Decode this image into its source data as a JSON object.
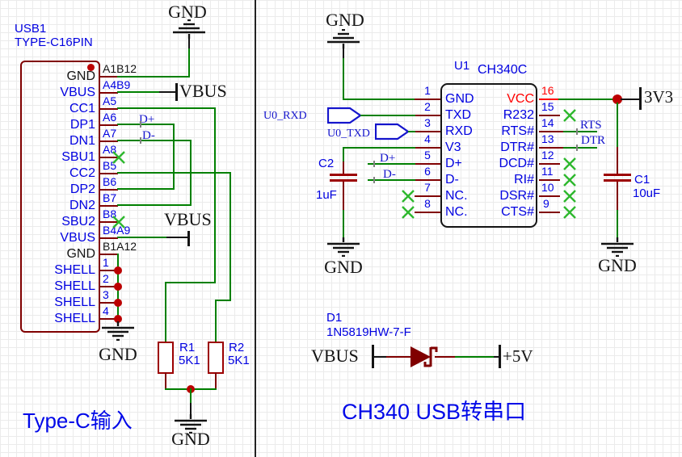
{
  "captions": {
    "left": "Type-C输入",
    "right": "CH340 USB转串口"
  },
  "power": {
    "gnd": "GND",
    "vbus": "VBUS",
    "v3v3": "3V3",
    "v5": "+5V"
  },
  "nets": {
    "dp": "D+",
    "dn": "D-",
    "rts": "RTS",
    "dtr": "DTR",
    "u0_rxd": "U0_RXD",
    "u0_txd": "U0_TXD"
  },
  "usb1": {
    "ref": "USB1",
    "part": "TYPE-C16PIN",
    "pins": [
      {
        "num": "A1B12",
        "name": "GND"
      },
      {
        "num": "A4B9",
        "name": "VBUS"
      },
      {
        "num": "A5",
        "name": "CC1"
      },
      {
        "num": "A6",
        "name": "DP1"
      },
      {
        "num": "A7",
        "name": "DN1"
      },
      {
        "num": "A8",
        "name": "SBU1"
      },
      {
        "num": "B5",
        "name": "CC2"
      },
      {
        "num": "B6",
        "name": "DP2"
      },
      {
        "num": "B7",
        "name": "DN2"
      },
      {
        "num": "B8",
        "name": "SBU2"
      },
      {
        "num": "B4A9",
        "name": "VBUS"
      },
      {
        "num": "B1A12",
        "name": "GND"
      },
      {
        "num": "1",
        "name": "SHELL"
      },
      {
        "num": "2",
        "name": "SHELL"
      },
      {
        "num": "3",
        "name": "SHELL"
      },
      {
        "num": "4",
        "name": "SHELL"
      }
    ]
  },
  "u1": {
    "ref": "U1",
    "part": "CH340C",
    "left_pins": [
      {
        "num": "1",
        "name": "GND"
      },
      {
        "num": "2",
        "name": "TXD"
      },
      {
        "num": "3",
        "name": "RXD"
      },
      {
        "num": "4",
        "name": "V3"
      },
      {
        "num": "5",
        "name": "D+"
      },
      {
        "num": "6",
        "name": "D-"
      },
      {
        "num": "7",
        "name": "NC."
      },
      {
        "num": "8",
        "name": "NC."
      }
    ],
    "right_pins": [
      {
        "num": "16",
        "name": "VCC"
      },
      {
        "num": "15",
        "name": "R232"
      },
      {
        "num": "14",
        "name": "RTS#"
      },
      {
        "num": "13",
        "name": "DTR#"
      },
      {
        "num": "12",
        "name": "DCD#"
      },
      {
        "num": "11",
        "name": "RI#"
      },
      {
        "num": "10",
        "name": "DSR#"
      },
      {
        "num": "9",
        "name": "CTS#"
      }
    ]
  },
  "components": {
    "r1": {
      "ref": "R1",
      "value": "5K1"
    },
    "r2": {
      "ref": "R2",
      "value": "5K1"
    },
    "c1": {
      "ref": "C1",
      "value": "10uF"
    },
    "c2": {
      "ref": "C2",
      "value": "1uF"
    },
    "d1": {
      "ref": "D1",
      "value": "1N5819HW-7-F"
    }
  },
  "colors": {
    "wire": "#008000",
    "component_outline": "#800000",
    "no_connect": "#2eb82e",
    "accent": "#ff0000",
    "label_blue": "#0000e0",
    "junction": "#bc0000"
  }
}
